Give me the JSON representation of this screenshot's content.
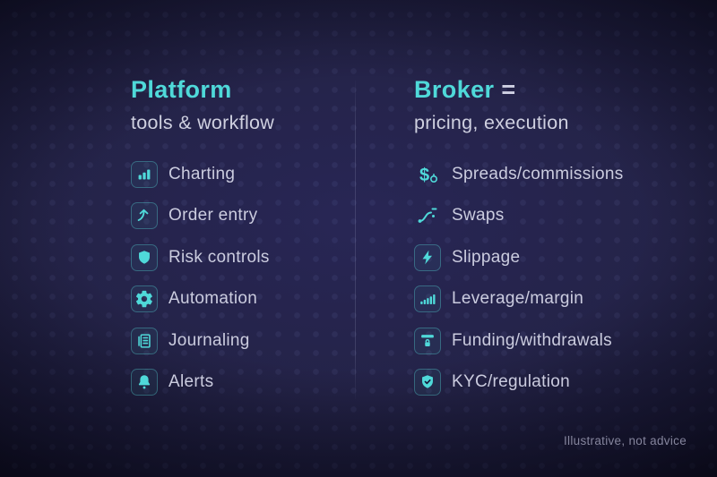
{
  "colors": {
    "accent": "#4fd9d9",
    "subtitle_text": "#cfd0e0",
    "item_text": "#cbccdf",
    "footnote_text": "#85859d",
    "background_center": "#242348",
    "background_edge": "#050510"
  },
  "left": {
    "title": "Platform",
    "subtitle": "tools & workflow",
    "items": [
      {
        "label": "Charting",
        "icon": "bar-chart-icon"
      },
      {
        "label": "Order entry",
        "icon": "arrow-up-icon"
      },
      {
        "label": "Risk controls",
        "icon": "shield-icon"
      },
      {
        "label": "Automation",
        "icon": "gear-icon"
      },
      {
        "label": "Journaling",
        "icon": "journal-icon"
      },
      {
        "label": "Alerts",
        "icon": "bell-icon"
      }
    ]
  },
  "right": {
    "title": "Broker",
    "title_suffix": " =",
    "subtitle": "pricing, execution",
    "items": [
      {
        "label": "Spreads/commissions",
        "icon": "dollar-coin-icon"
      },
      {
        "label": "Swaps",
        "icon": "swap-route-icon"
      },
      {
        "label": "Slippage",
        "icon": "lightning-icon"
      },
      {
        "label": "Leverage/margin",
        "icon": "ascending-bars-icon"
      },
      {
        "label": "Funding/withdrawals",
        "icon": "vault-lock-icon"
      },
      {
        "label": "KYC/regulation",
        "icon": "shield-check-icon"
      }
    ]
  },
  "footnote": "Illustrative, not advice"
}
